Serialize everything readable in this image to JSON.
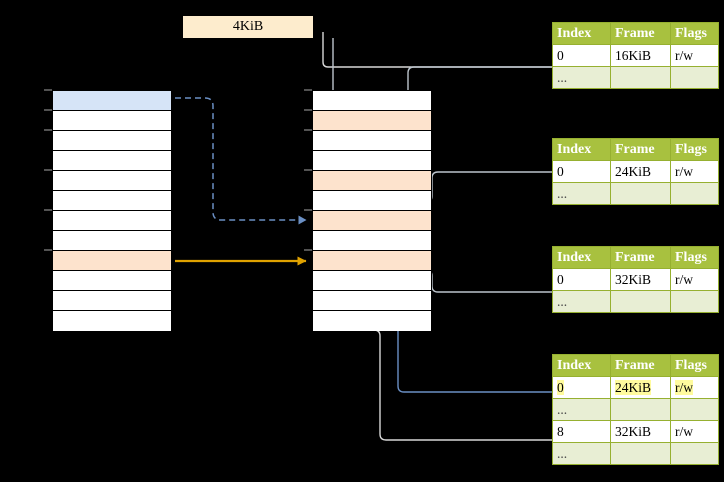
{
  "diagram": {
    "title_label": "4KiB",
    "colors": {
      "header_green": "#a8c13f",
      "ellipsis_row": "#e8eed4",
      "highlight_yellow": "#fffb9e",
      "highlight_peach": "#fde3cd",
      "highlight_blue": "#d6e4f7",
      "arrow_orange": "#e0a200",
      "arrow_blue": "#6a8fc4",
      "arrow_gray": "#b8b8b8",
      "background": "#000000"
    }
  },
  "virtual_column": {
    "name": "virtual-address-space",
    "row_count": 12,
    "rows": [
      {
        "fill": "#d6e4f7",
        "label": ""
      },
      {
        "fill": "#ffffff",
        "label": ""
      },
      {
        "fill": "#ffffff",
        "label": ""
      },
      {
        "fill": "#ffffff",
        "label": ""
      },
      {
        "fill": "#ffffff",
        "label": ""
      },
      {
        "fill": "#ffffff",
        "label": ""
      },
      {
        "fill": "#ffffff",
        "label": ""
      },
      {
        "fill": "#ffffff",
        "label": ""
      },
      {
        "fill": "#fde3cd",
        "label": ""
      },
      {
        "fill": "#ffffff",
        "label": ""
      },
      {
        "fill": "#ffffff",
        "label": ""
      },
      {
        "fill": "#ffffff",
        "label": ""
      }
    ]
  },
  "physical_column": {
    "name": "physical-memory",
    "row_count": 12,
    "rows": [
      {
        "fill": "#ffffff",
        "label": ""
      },
      {
        "fill": "#fde3cd",
        "label": ""
      },
      {
        "fill": "#ffffff",
        "label": ""
      },
      {
        "fill": "#ffffff",
        "label": ""
      },
      {
        "fill": "#fde3cd",
        "label": ""
      },
      {
        "fill": "#ffffff",
        "label": ""
      },
      {
        "fill": "#fde3cd",
        "label": ""
      },
      {
        "fill": "#ffffff",
        "label": ""
      },
      {
        "fill": "#fde3cd",
        "label": ""
      },
      {
        "fill": "#ffffff",
        "label": ""
      },
      {
        "fill": "#ffffff",
        "label": ""
      },
      {
        "fill": "#ffffff",
        "label": ""
      }
    ]
  },
  "tables": [
    {
      "name": "page-table-level-1",
      "headers": {
        "index": "Index",
        "frame": "Frame",
        "flags": "Flags"
      },
      "rows": [
        {
          "type": "data",
          "index": "0",
          "frame": "16KiB",
          "flags": "r/w",
          "highlight": false
        },
        {
          "type": "ellipsis",
          "index": "...",
          "frame": "",
          "flags": "",
          "highlight": false
        }
      ]
    },
    {
      "name": "page-table-level-2",
      "headers": {
        "index": "Index",
        "frame": "Frame",
        "flags": "Flags"
      },
      "rows": [
        {
          "type": "data",
          "index": "0",
          "frame": "24KiB",
          "flags": "r/w",
          "highlight": false
        },
        {
          "type": "ellipsis",
          "index": "...",
          "frame": "",
          "flags": "",
          "highlight": false
        }
      ]
    },
    {
      "name": "page-table-level-3",
      "headers": {
        "index": "Index",
        "frame": "Frame",
        "flags": "Flags"
      },
      "rows": [
        {
          "type": "data",
          "index": "0",
          "frame": "32KiB",
          "flags": "r/w",
          "highlight": false
        },
        {
          "type": "ellipsis",
          "index": "...",
          "frame": "",
          "flags": "",
          "highlight": false
        }
      ]
    },
    {
      "name": "page-table-level-4",
      "headers": {
        "index": "Index",
        "frame": "Frame",
        "flags": "Flags"
      },
      "rows": [
        {
          "type": "data",
          "index": "0",
          "frame": "24KiB",
          "flags": "r/w",
          "highlight": true
        },
        {
          "type": "ellipsis",
          "index": "...",
          "frame": "",
          "flags": "",
          "highlight": false
        },
        {
          "type": "data",
          "index": "8",
          "frame": "32KiB",
          "flags": "r/w",
          "highlight": false
        },
        {
          "type": "ellipsis",
          "index": "...",
          "frame": "",
          "flags": "",
          "highlight": false
        }
      ]
    }
  ]
}
